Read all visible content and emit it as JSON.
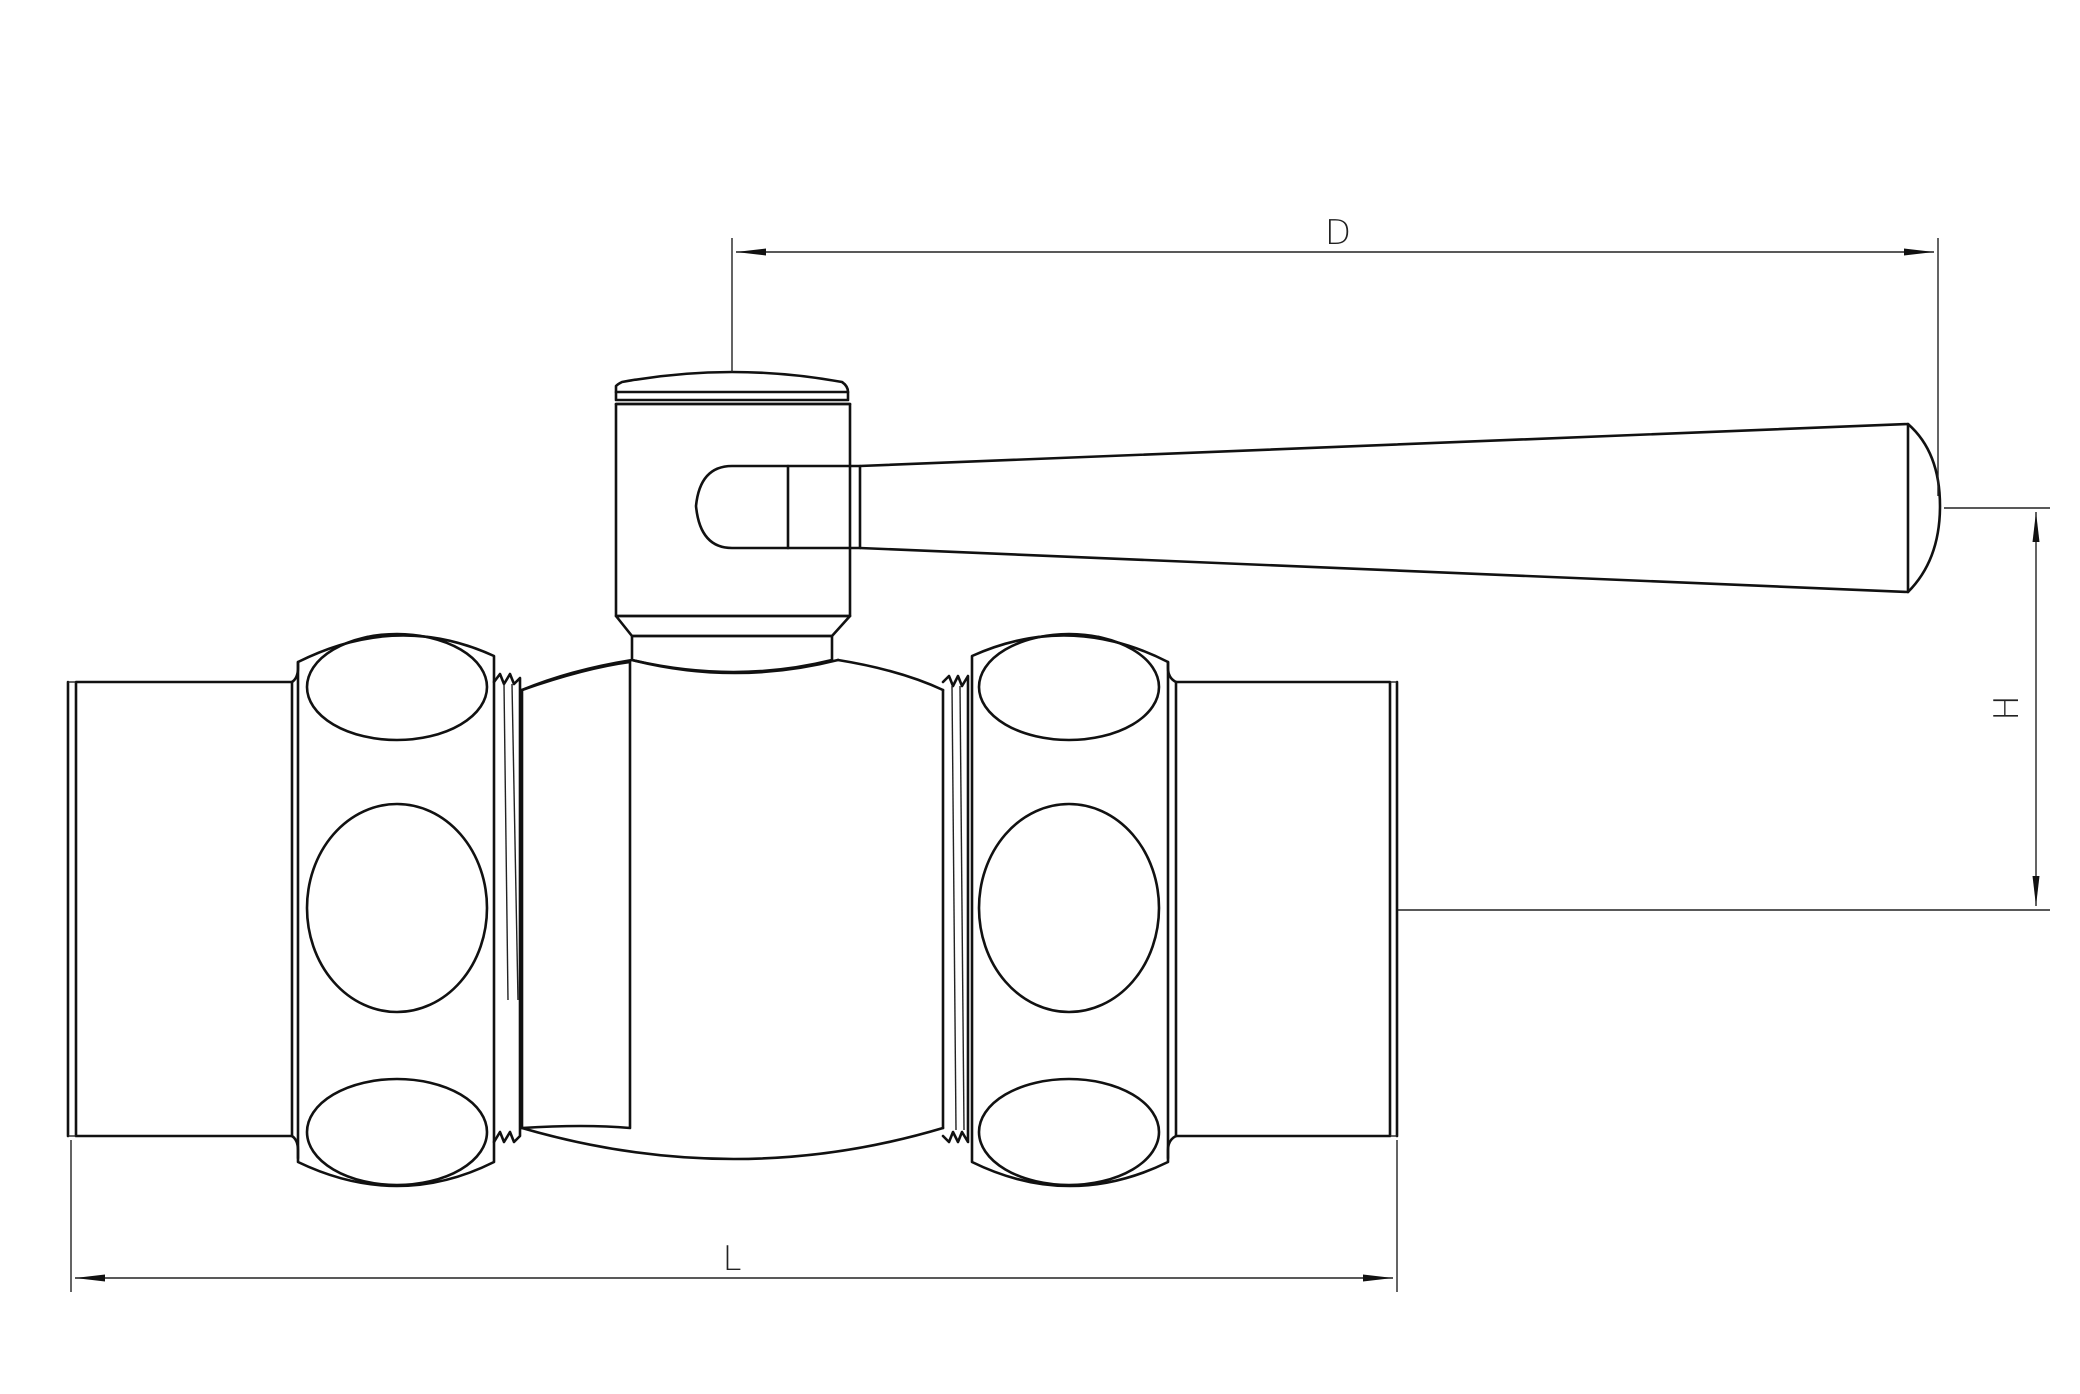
{
  "dimensions": {
    "d_label": "D",
    "h_label": "H",
    "l_label": "L"
  },
  "colors": {
    "line": "#111111",
    "background": "#ffffff"
  }
}
